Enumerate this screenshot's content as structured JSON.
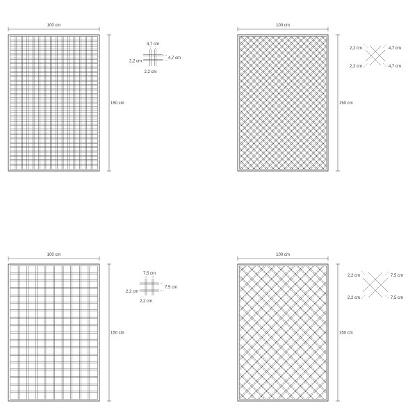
{
  "panels": [
    {
      "name": "square-grid-small",
      "type": "grid",
      "width_label": "100 cm",
      "height_label": "150 cm",
      "cols": 15,
      "rows": 30,
      "detail": {
        "labels": [
          "4,7 cm",
          "4,7 cm",
          "2,2 cm",
          "2,2 cm"
        ]
      }
    },
    {
      "name": "diagonal-lattice-small",
      "type": "diagonal",
      "width_label": "100 cm",
      "height_label": "150 cm",
      "spacing": 9,
      "detail": {
        "labels": [
          "2,2 cm",
          "4,7 cm",
          "2,2 cm",
          "4,7 cm"
        ]
      }
    },
    {
      "name": "square-grid-large",
      "type": "grid",
      "width_label": "100 cm",
      "height_label": "150 cm",
      "cols": 10,
      "rows": 18,
      "detail": {
        "labels": [
          "7,5 cm",
          "7,5 cm",
          "2,2 cm",
          "2,2 cm"
        ]
      }
    },
    {
      "name": "diagonal-lattice-large",
      "type": "diagonal",
      "width_label": "100 cm",
      "height_label": "150 cm",
      "spacing": 14,
      "detail": {
        "labels": [
          "2,2 cm",
          "7,5 cm",
          "2,2 cm",
          "7,5 cm"
        ]
      }
    }
  ],
  "colors": {
    "line": "#555555",
    "dim": "#333333"
  }
}
